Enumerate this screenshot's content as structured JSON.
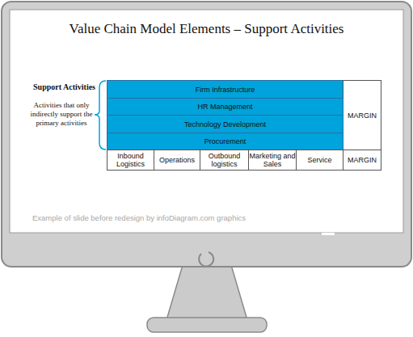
{
  "diagram": {
    "title": "Value Chain Model Elements – Support Activities",
    "nodes": [
      {
        "text": [
          "Firm Infrastructure"
        ]
      },
      {
        "text": [
          "MARGIN"
        ]
      },
      {
        "text": [
          "HR Management"
        ]
      },
      {
        "text": [
          "Technology Development"
        ]
      },
      {
        "text": [
          "Procurement"
        ]
      },
      {
        "text": [
          "Inbound Logistics"
        ]
      },
      {
        "text": [
          "Operations"
        ]
      },
      {
        "text": [
          "Outbound logistics"
        ]
      },
      {
        "text": [
          "Marketing and Sales"
        ]
      },
      {
        "text": [
          "Service"
        ]
      },
      {
        "text": [
          "MARGIN"
        ]
      }
    ],
    "labels": [
      "Support Activities",
      "Activities that only indirectly support the primary activities",
      "Example of slide before redesign by infoDiagram.com graphics"
    ]
  }
}
